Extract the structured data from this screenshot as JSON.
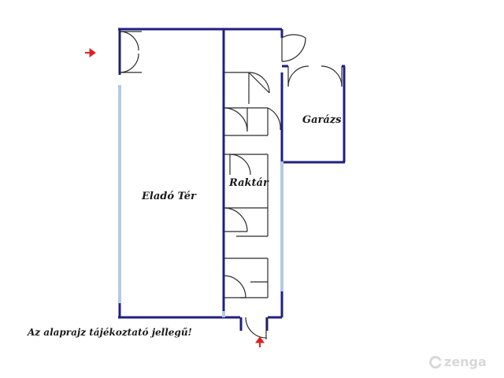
{
  "rooms": {
    "sales_floor": "Eladó Tér",
    "storage": "Raktár",
    "garage": "Garázs"
  },
  "note": "Az alaprajz tájékoztató jellegű!",
  "logo": {
    "text": "zenga"
  },
  "colors": {
    "wall": "#1f1f82",
    "window": "#b3cbe4",
    "thin_line": "#2b2b2b",
    "arrow": "#e02020",
    "logo": "#d8d8d8"
  },
  "icons": [
    "entrance-arrow-icon",
    "entrance-arrow-icon",
    "logo-icon"
  ]
}
